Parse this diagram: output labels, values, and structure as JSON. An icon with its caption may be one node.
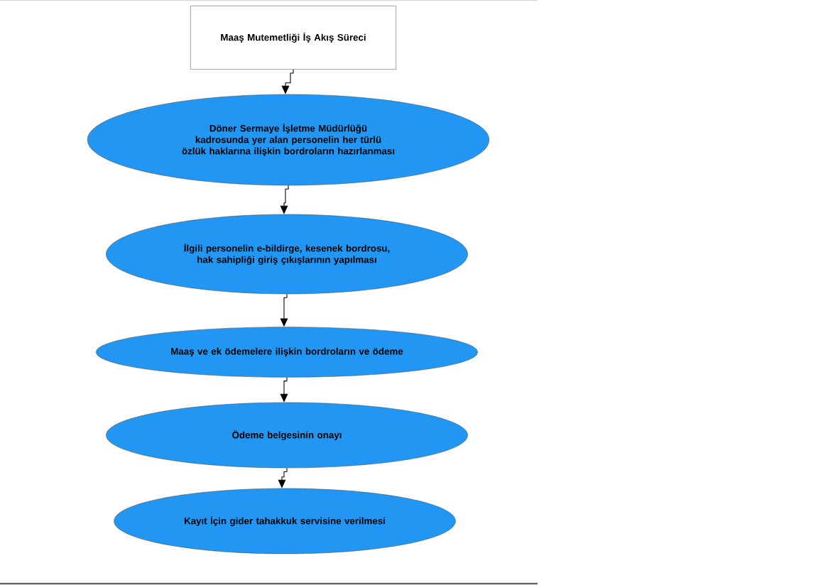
{
  "diagram": {
    "nodes": [
      {
        "text": [
          "Maaş Mutemetliği İş Akış Süreci"
        ]
      },
      {
        "text": [
          "Döner Sermaye İşletme Müdürlüğü kadrosunda yer alan personelin her türlü özlük haklarına ilişkin bordroların hazırlanması"
        ]
      },
      {
        "text": [
          "İlgili personelin e-bildirge, kesenek bordrosu, hak sahipliği giriş çıkışlarının yapılması"
        ]
      },
      {
        "text": [
          "Maaş ve ek ödemelere ilişkin bordroların ve ödeme"
        ]
      },
      {
        "text": [
          "Ödeme belgesinin onayı"
        ]
      },
      {
        "text": [
          "Kayıt İçin gider tahakkuk servisine verilmesi"
        ]
      }
    ],
    "edges": [
      {
        "from": 0,
        "to": 1,
        "arrow": "to"
      },
      {
        "from": 1,
        "to": 2,
        "arrow": "to"
      },
      {
        "from": 2,
        "to": 3,
        "arrow": "to"
      },
      {
        "from": 3,
        "to": 4,
        "arrow": "to"
      },
      {
        "from": 4,
        "to": 5,
        "arrow": "to"
      }
    ]
  }
}
